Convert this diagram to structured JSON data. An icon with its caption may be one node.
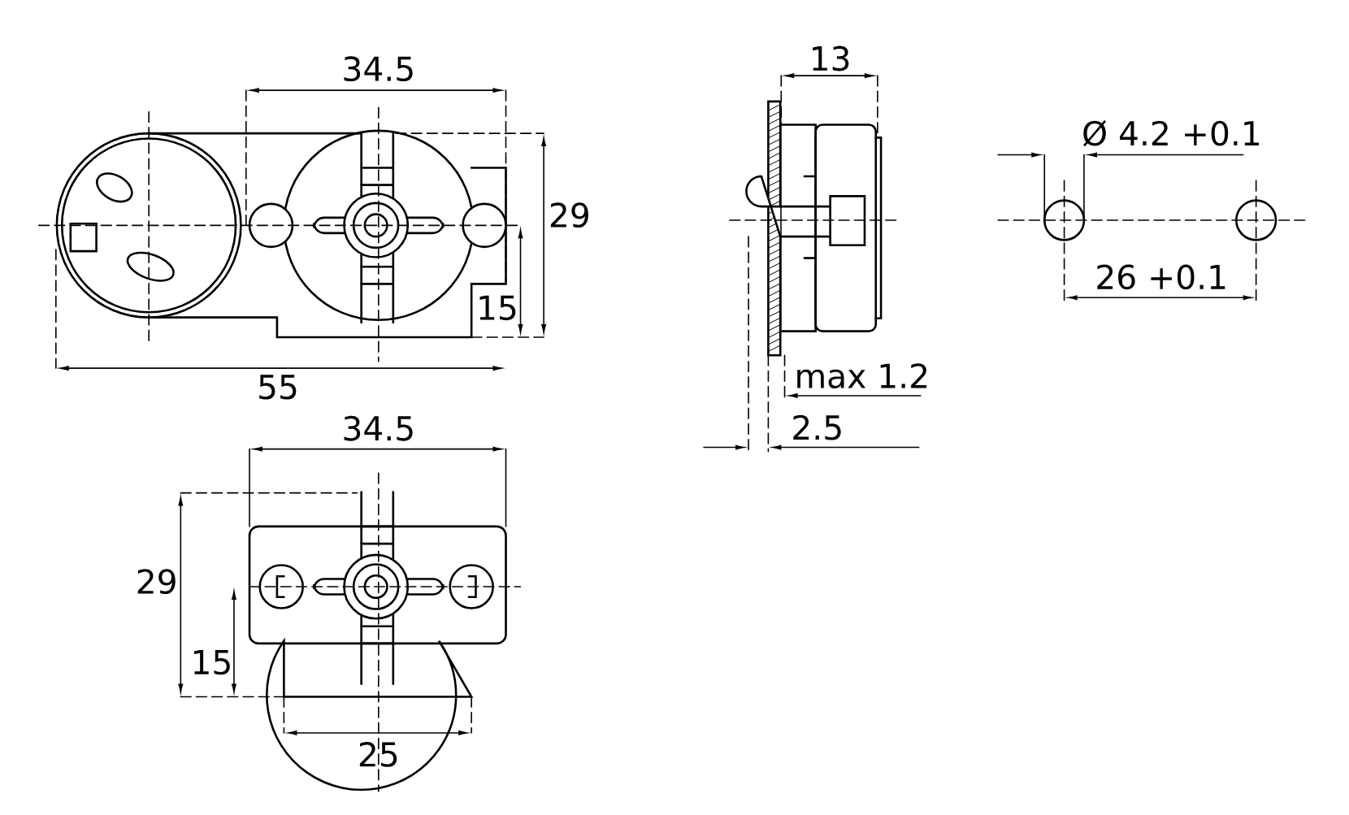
{
  "diagram": {
    "labels": [
      "34.5",
      "13",
      "Ø 4.2 +0.1",
      "29",
      "15",
      "55",
      "26 +0.1",
      "max 1.2",
      "2.5",
      "34.5",
      "29",
      "15",
      "25"
    ]
  }
}
